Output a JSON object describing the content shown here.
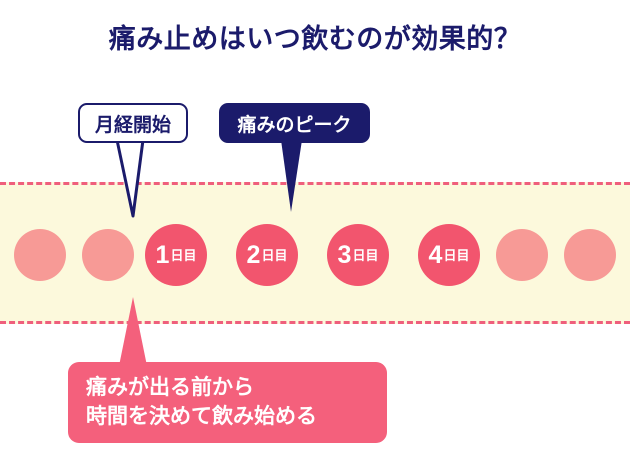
{
  "title": "痛み止めはいつ飲むのが効果的？",
  "colors": {
    "navy": "#1b1b6b",
    "pink_strong": "#f2556e",
    "pink_light": "#f79a96",
    "band_cream": "#fcf9dc",
    "dash_pink": "#ef5f7c",
    "callout_pink": "#f4607c",
    "white": "#ffffff"
  },
  "callouts": {
    "cycle_start": {
      "label": "月経開始",
      "style": "outline-navy"
    },
    "pain_peak": {
      "label": "痛みのピーク",
      "style": "filled-navy"
    },
    "advice": {
      "line1": "痛みが出る前から",
      "line2": "時間を決めて飲み始める",
      "style": "filled-pink"
    }
  },
  "timeline": {
    "unit_suffix": "日目",
    "circles": [
      {
        "label": "",
        "number": "",
        "unit": "",
        "highlighted": false
      },
      {
        "label": "",
        "number": "",
        "unit": "",
        "highlighted": false
      },
      {
        "label": "1日目",
        "number": "1",
        "unit": "日目",
        "highlighted": true
      },
      {
        "label": "2日目",
        "number": "2",
        "unit": "日目",
        "highlighted": true
      },
      {
        "label": "3日目",
        "number": "3",
        "unit": "日目",
        "highlighted": true
      },
      {
        "label": "4日目",
        "number": "4",
        "unit": "日目",
        "highlighted": true
      },
      {
        "label": "",
        "number": "",
        "unit": "",
        "highlighted": false
      },
      {
        "label": "",
        "number": "",
        "unit": "",
        "highlighted": false
      }
    ]
  }
}
